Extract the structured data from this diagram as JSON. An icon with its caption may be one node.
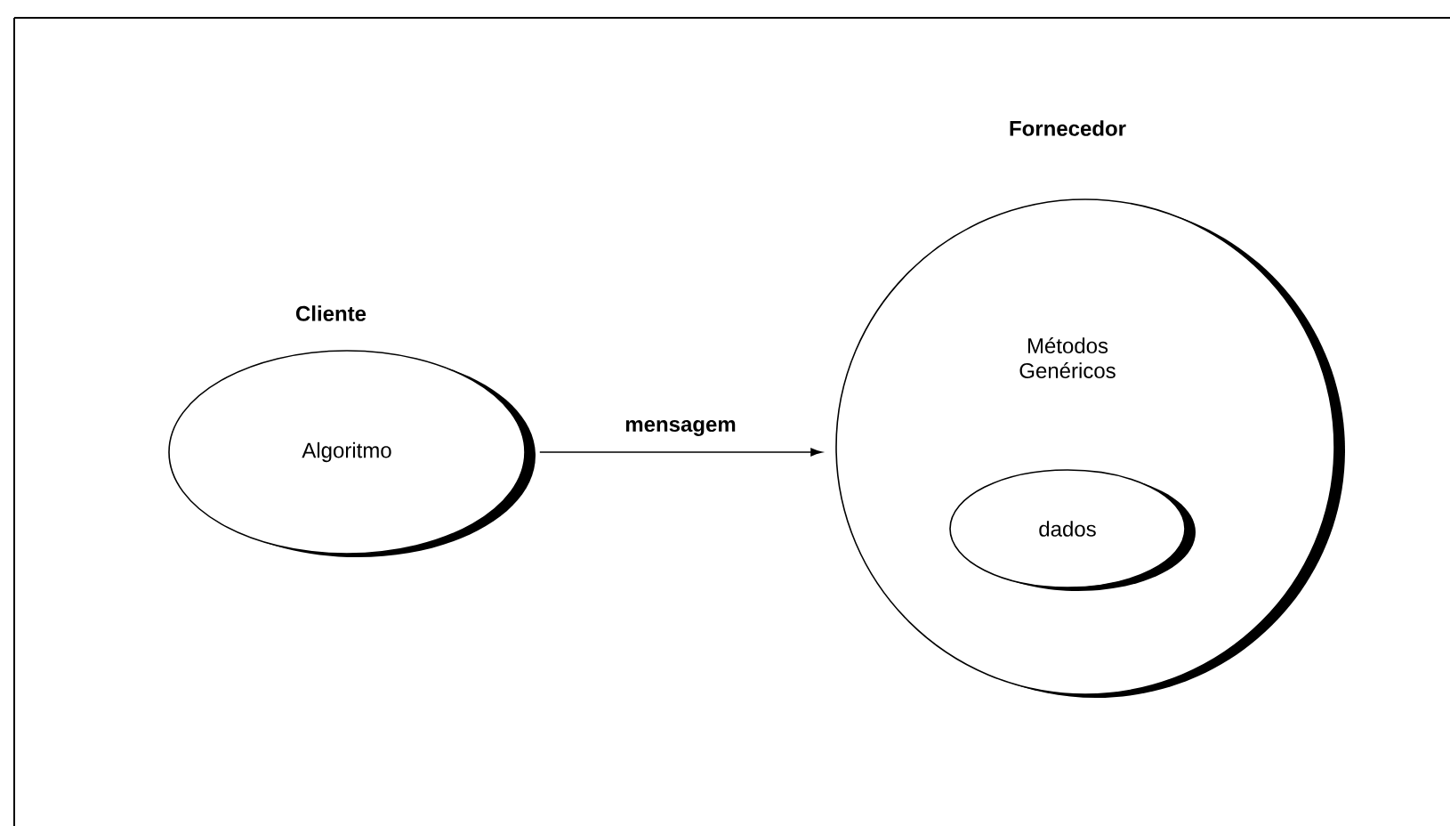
{
  "diagram": {
    "nodes": [
      {
        "text": [
          "Cliente",
          "Algoritmo"
        ]
      },
      {
        "text": [
          "Fornecedor",
          "Métodos Genéricos"
        ]
      },
      {
        "text": [
          "dados"
        ],
        "in": 1
      }
    ],
    "edges": [
      {
        "from": 0,
        "to": 1,
        "arrow": "to",
        "label": "mensagem"
      }
    ]
  }
}
